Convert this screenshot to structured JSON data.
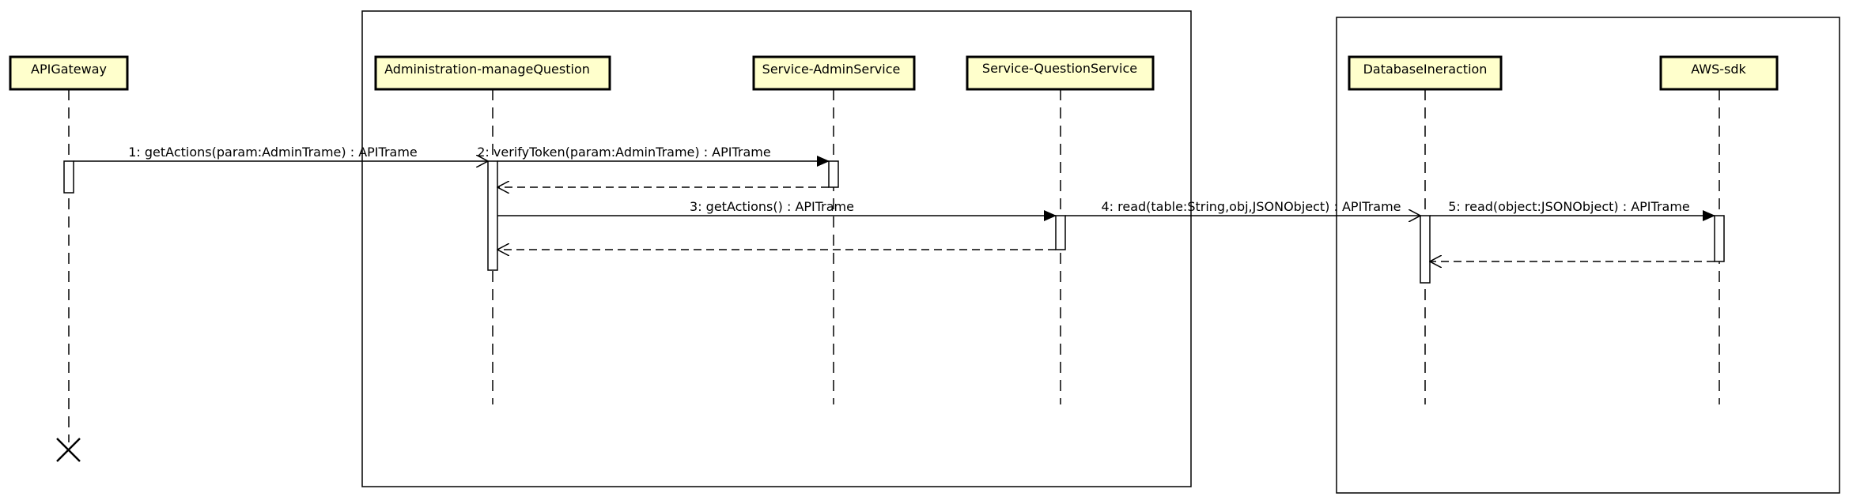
{
  "colors": {
    "participant_fill": "#ffffcc",
    "stroke": "#000000",
    "background": "#ffffff"
  },
  "participants": [
    {
      "id": "apigw",
      "label": "APIGateway"
    },
    {
      "id": "admin",
      "label": "Administration-manageQuestion"
    },
    {
      "id": "adminsvc",
      "label": "Service-AdminService"
    },
    {
      "id": "qsvc",
      "label": "Service-QuestionService"
    },
    {
      "id": "db",
      "label": "DatabaseIneraction"
    },
    {
      "id": "aws",
      "label": "AWS-sdk"
    }
  ],
  "messages": [
    {
      "label": "1: getActions(param:AdminTrame) : APITrame"
    },
    {
      "label": "2: verifyToken(param:AdminTrame) : APITrame"
    },
    {
      "label": "3: getActions() : APITrame"
    },
    {
      "label": "4: read(table:String,obj,JSONObject) : APITrame"
    },
    {
      "label": "5: read(object:JSONObject) : APITrame"
    }
  ],
  "icons": {
    "destruction": "x-mark-icon"
  }
}
